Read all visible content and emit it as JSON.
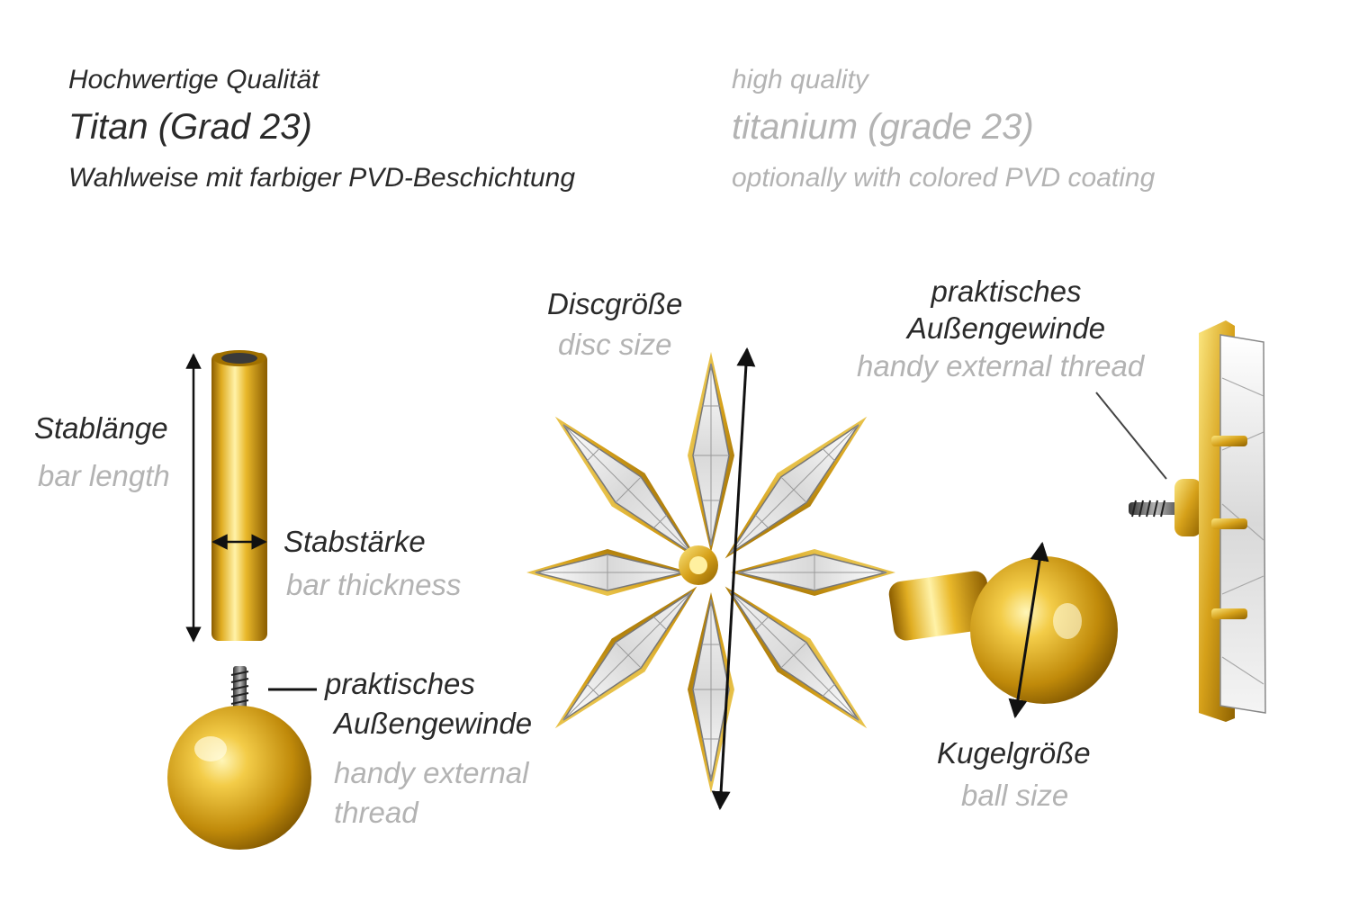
{
  "header": {
    "de": {
      "quality": "Hochwertige Qualität",
      "material": "Titan (Grad 23)",
      "coating": "Wahlweise mit farbiger PVD-Beschichtung"
    },
    "en": {
      "quality": "high quality",
      "material": "titanium (grade 23)",
      "coating": "optionally with colored PVD coating"
    }
  },
  "labels": {
    "bar_length": {
      "de": "Stablänge",
      "en": "bar length"
    },
    "bar_thickness": {
      "de": "Stabstärke",
      "en": "bar thickness"
    },
    "thread_left": {
      "de_line1": "praktisches",
      "de_line2": "Außengewinde",
      "en_line1": "handy external",
      "en_line2": "thread"
    },
    "disc_size": {
      "de": "Discgröße",
      "en": "disc size"
    },
    "thread_right": {
      "de_line1": "praktisches",
      "de_line2": "Außengewinde",
      "en": "handy external thread"
    },
    "ball_size": {
      "de": "Kugelgröße",
      "en": "ball size"
    }
  },
  "colors": {
    "text_dark": "#2a2a2a",
    "text_grey": "#b3b3b3",
    "gold": "#d8a514",
    "gold_light": "#f8e27a",
    "gold_dark": "#9a6b00"
  }
}
